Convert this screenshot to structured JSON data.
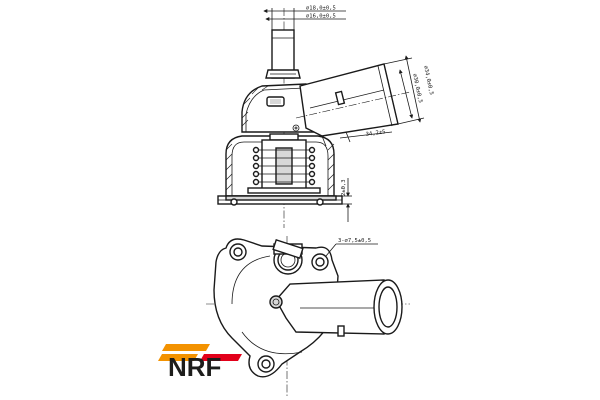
{
  "dimensions": {
    "d1": "∅18,0±0,5",
    "d2": "∅16,0±0,5",
    "d3": "∅34,0±0,5",
    "d4": "∅30,0±0,5",
    "len": "34,2±5",
    "h": "2±0,3",
    "holes": "3-∅7,5±0,5"
  },
  "brand": {
    "logo_text": "NRF",
    "colors": {
      "orange": "#f39200",
      "red": "#e2001a",
      "dark": "#1d1d1b"
    }
  }
}
